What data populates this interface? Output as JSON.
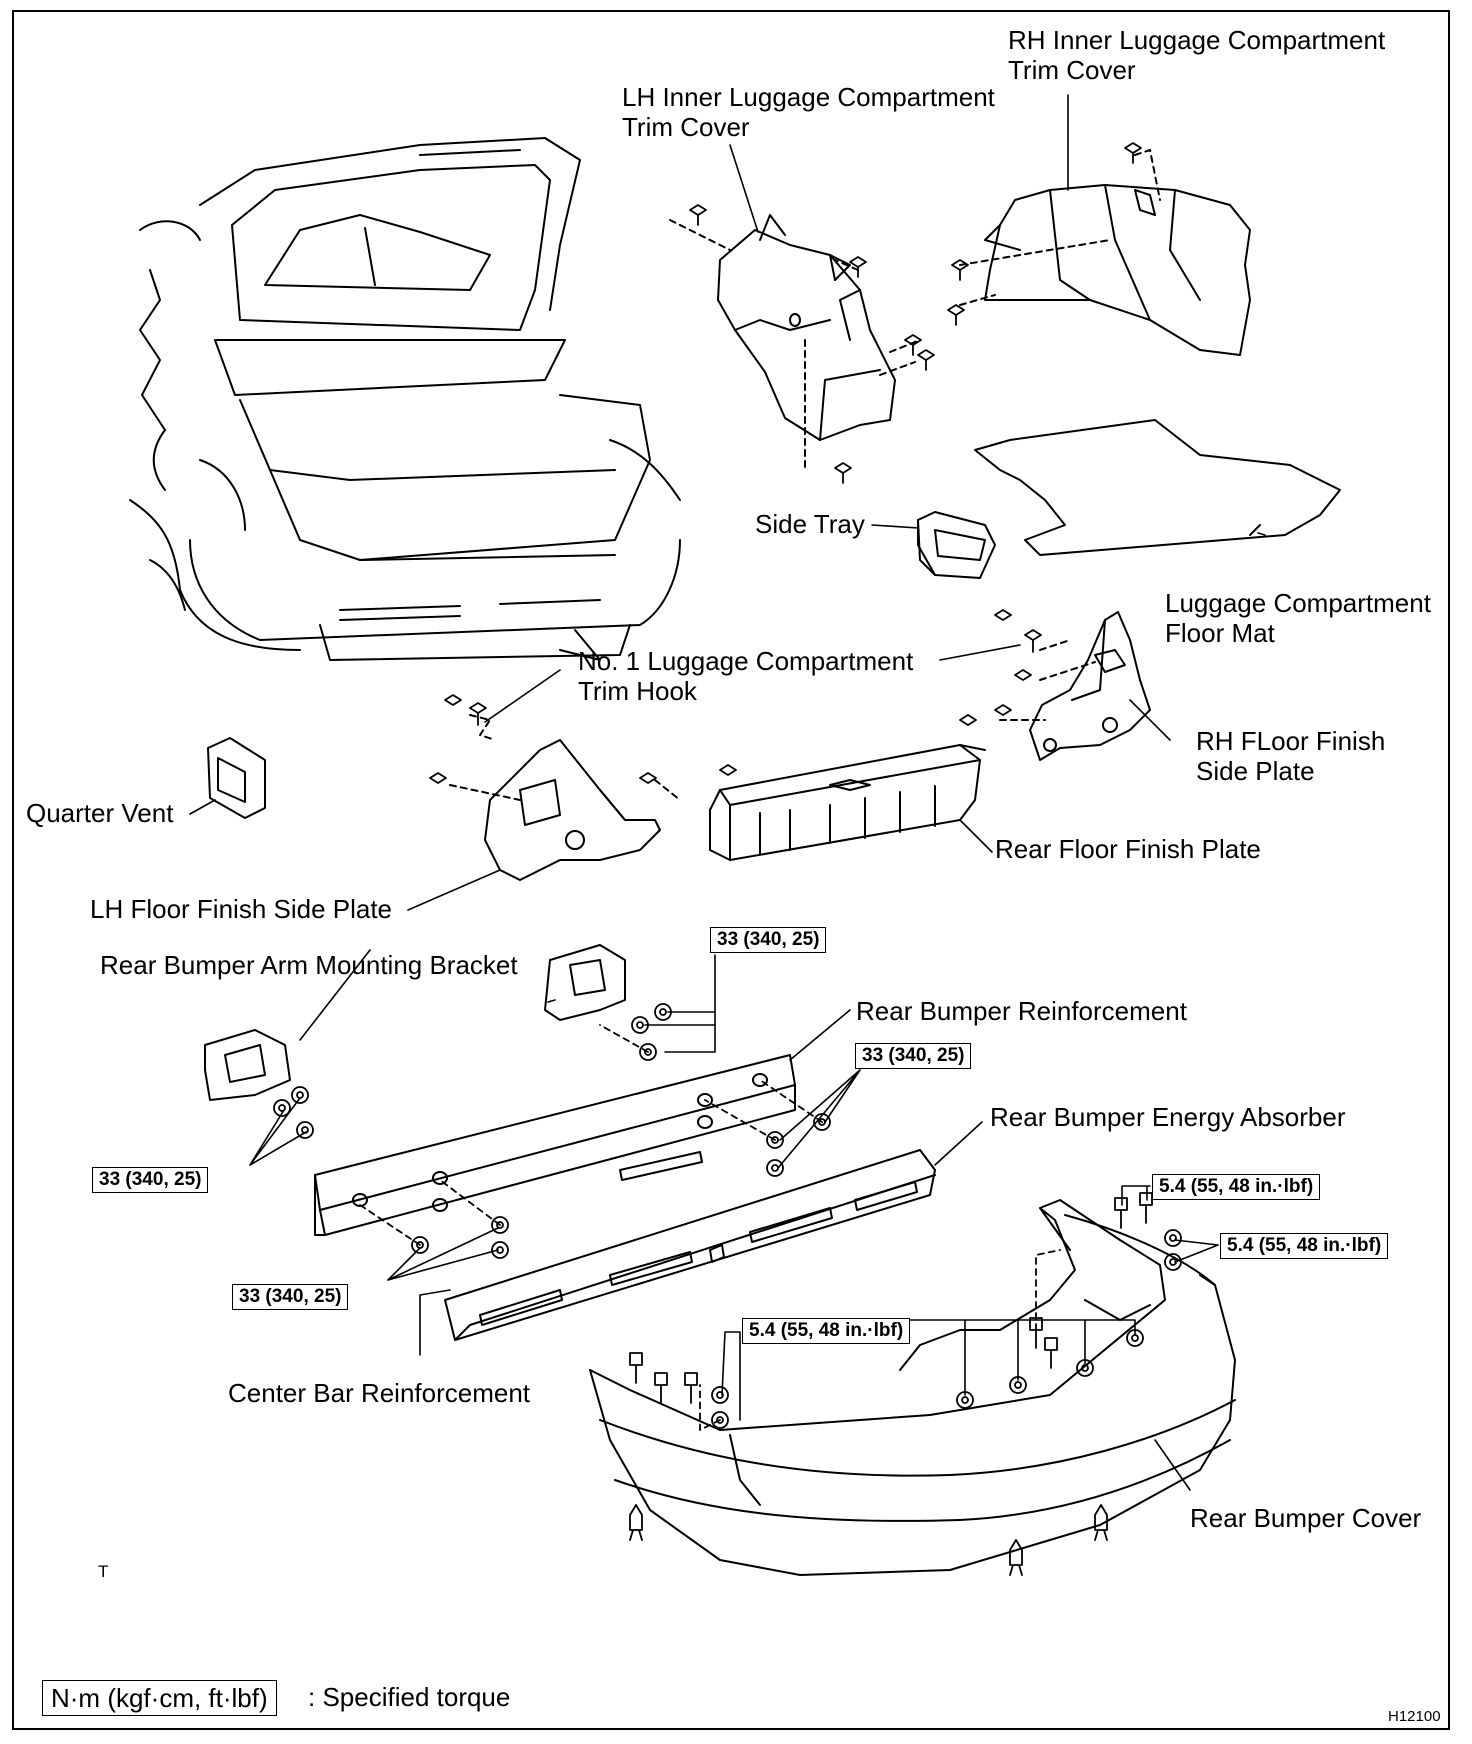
{
  "labels": {
    "rh_inner_trim": "RH Inner Luggage Compartment\nTrim Cover",
    "lh_inner_trim": "LH Inner Luggage Compartment\nTrim Cover",
    "side_tray": "Side Tray",
    "floor_mat": "Luggage Compartment\nFloor Mat",
    "trim_hook": "No. 1 Luggage Compartment\nTrim Hook",
    "rh_floor_plate": "RH FLoor Finish\nSide Plate",
    "quarter_vent": "Quarter Vent",
    "rear_floor_plate": "Rear Floor Finish Plate",
    "lh_floor_plate": "LH Floor Finish Side Plate",
    "arm_bracket": "Rear Bumper Arm Mounting Bracket",
    "reinforcement": "Rear Bumper Reinforcement",
    "energy_absorber": "Rear Bumper Energy Absorber",
    "center_bar": "Center Bar Reinforcement",
    "bumper_cover": "Rear Bumper Cover"
  },
  "torque": {
    "t33_a": "33 (340, 25)",
    "t33_b": "33 (340, 25)",
    "t33_c": "33 (340, 25)",
    "t33_d": "33 (340, 25)",
    "t54_a": "5.4 (55, 48 in.·lbf)",
    "t54_b": "5.4 (55, 48 in.·lbf)",
    "t54_c": "5.4 (55, 48 in.·lbf)"
  },
  "legend": {
    "unit": "N·m (kgf·cm, ft·lbf)",
    "text": ": Specified torque"
  },
  "marks": {
    "t": "T",
    "code": "H12100"
  }
}
